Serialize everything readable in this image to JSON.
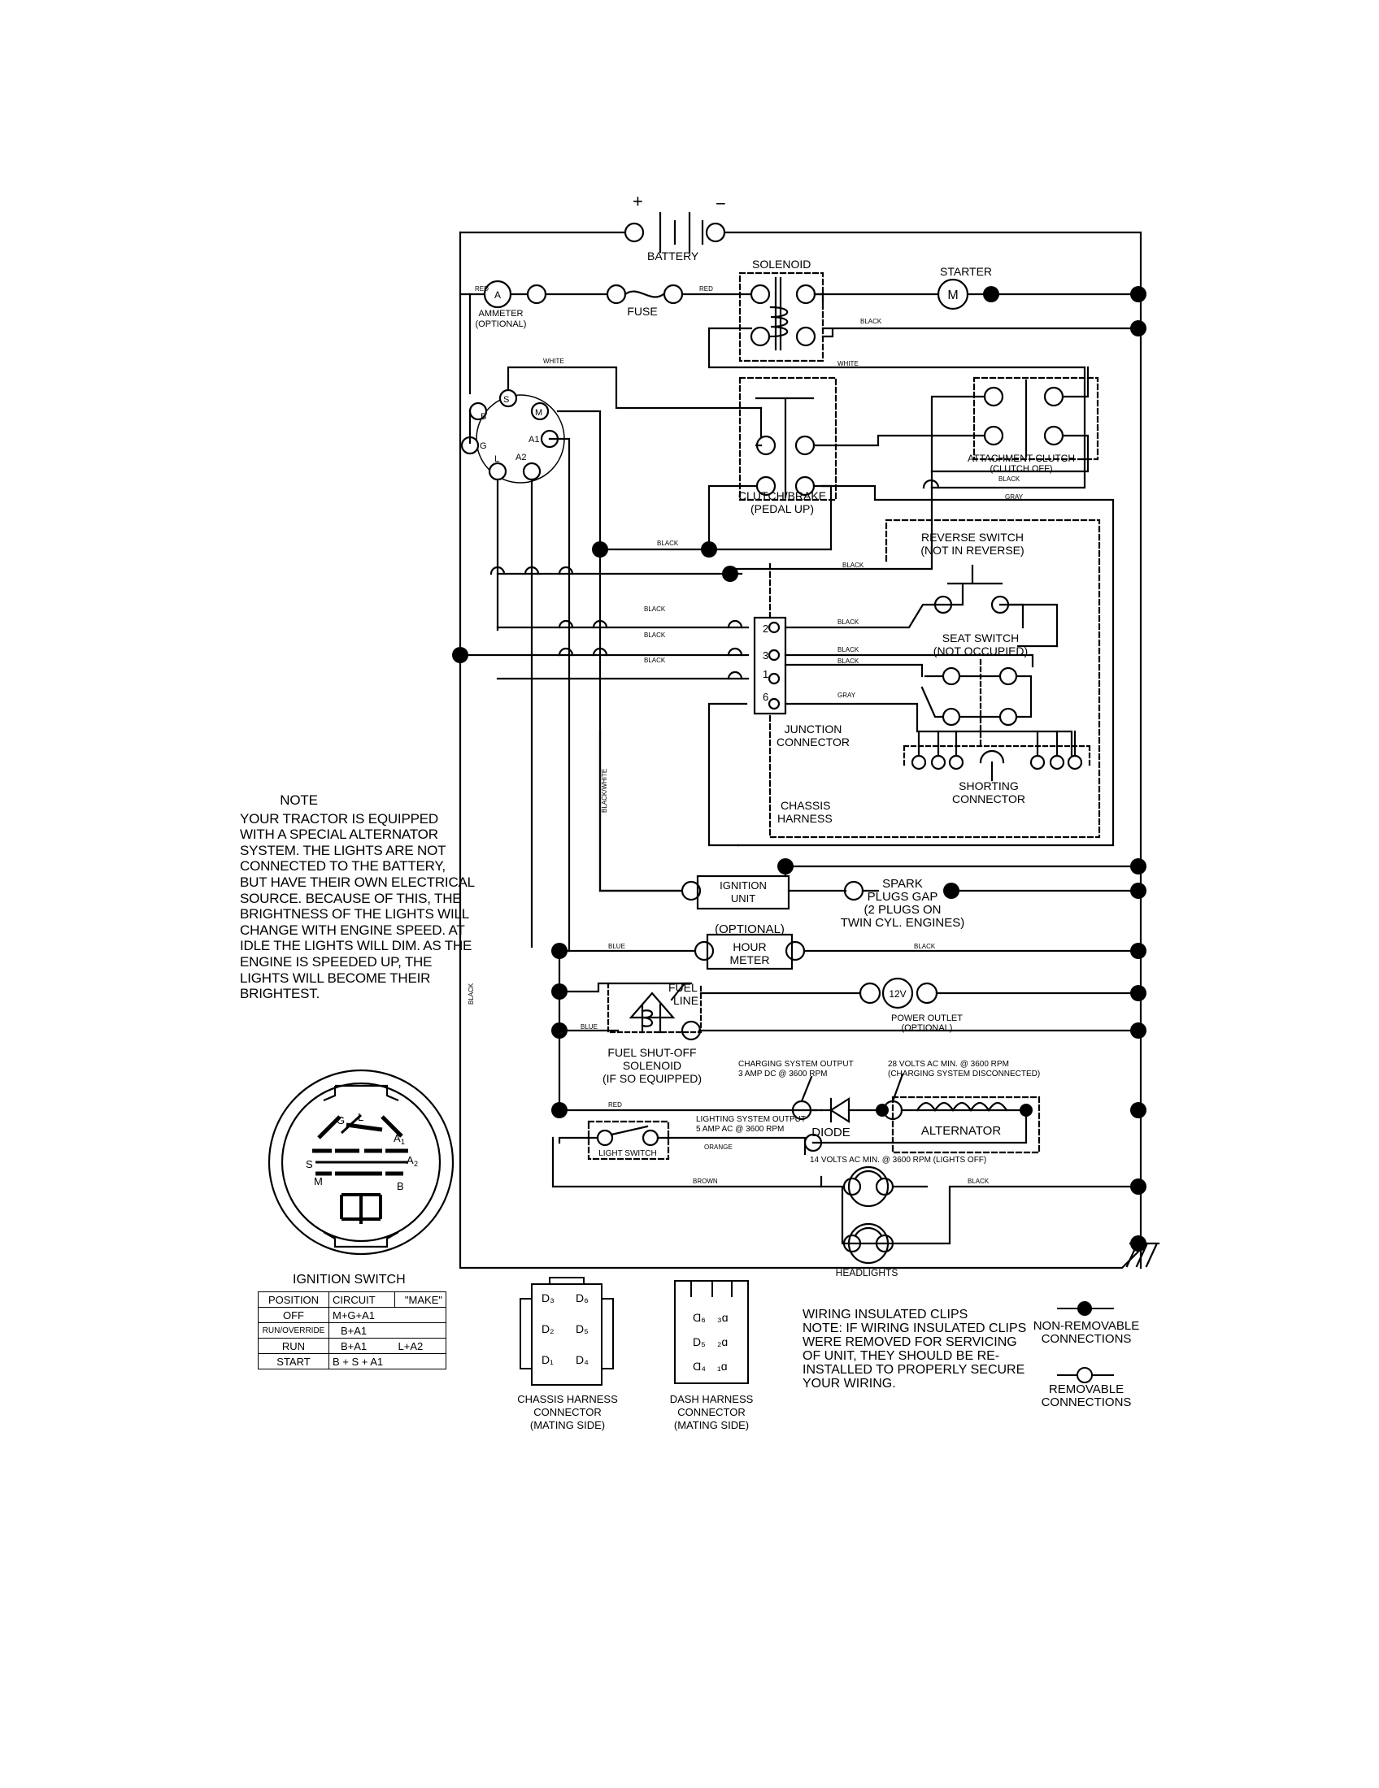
{
  "labels": {
    "battery": "BATTERY",
    "battery_plus": "+",
    "battery_minus": "−",
    "solenoid": "SOLENOID",
    "starter": "STARTER",
    "starter_motor": "M",
    "ammeter_line1": "AMMETER",
    "ammeter_line2": "(OPTIONAL)",
    "ammeter_symbol": "A",
    "fuse": "FUSE",
    "clutch_brake_line1": "CLUTCH/BRAKE",
    "clutch_brake_line2": "(PEDAL UP)",
    "attachment_clutch_line1": "ATTACHMENT CLUTCH",
    "attachment_clutch_line2": "(CLUTCH OFF)",
    "reverse_switch_line1": "REVERSE SWITCH",
    "reverse_switch_line2": "(NOT IN REVERSE)",
    "seat_switch_line1": "SEAT SWITCH",
    "seat_switch_line2": "(NOT OCCUPIED)",
    "junction_line1": "JUNCTION",
    "junction_line2": "CONNECTOR",
    "shorting_line1": "SHORTING",
    "shorting_line2": "CONNECTOR",
    "chassis_harness_line1": "CHASSIS",
    "chassis_harness_line2": "HARNESS",
    "ignition_unit_line1": "IGNITION",
    "ignition_unit_line2": "UNIT",
    "spark_line1": "SPARK",
    "spark_line2": "PLUGS GAP",
    "spark_line3": "(2 PLUGS ON",
    "spark_line4": "TWIN CYL. ENGINES)",
    "hour_meter_opt": "(OPTIONAL)",
    "hour_meter_line1": "HOUR",
    "hour_meter_line2": "METER",
    "fuel_line_line1": "FUEL",
    "fuel_line_line2": "LINE",
    "power_outlet_line1": "POWER OUTLET",
    "power_outlet_line2": "(OPTIONAL)",
    "power_outlet_symbol": "12V",
    "fuel_solenoid_line1": "FUEL SHUT-OFF",
    "fuel_solenoid_line2": "SOLENOID",
    "fuel_solenoid_line3": "(IF SO EQUIPPED)",
    "charging_output_line1": "CHARGING SYSTEM OUTPUT",
    "charging_output_line2": "3 AMP DC @ 3600 RPM",
    "volts28_line1": "28 VOLTS AC MIN. @ 3600 RPM",
    "volts28_line2": "(CHARGING SYSTEM DISCONNECTED)",
    "lighting_output_line1": "LIGHTING SYSTEM OUTPUT",
    "lighting_output_line2": "5 AMP AC @ 3600 RPM",
    "diode": "DIODE",
    "alternator": "ALTERNATOR",
    "light_switch": "LIGHT SWITCH",
    "volts14": "14 VOLTS AC MIN. @ 3600 RPM (LIGHTS OFF)",
    "headlights": "HEADLIGHTS",
    "ign_terminal_s": "S",
    "ign_terminal_m": "M",
    "ign_terminal_b": "B",
    "ign_terminal_a1": "A1",
    "ign_terminal_g": "G",
    "ign_terminal_l": "L",
    "ign_terminal_a2": "A2",
    "junction_pin_2": "2",
    "junction_pin_3": "3",
    "junction_pin_1": "1",
    "junction_pin_6": "6",
    "chassis_connector_line1": "CHASSIS HARNESS",
    "chassis_connector_line2": "CONNECTOR",
    "chassis_connector_line3": "(MATING SIDE)",
    "dash_connector_line1": "DASH HARNESS",
    "dash_connector_line2": "CONNECTOR",
    "dash_connector_line3": "(MATING SIDE)",
    "non_removable_line1": "NON-REMOVABLE",
    "non_removable_line2": "CONNECTIONS",
    "removable_line1": "REMOVABLE",
    "removable_line2": "CONNECTIONS",
    "ign_face_g": "G",
    "ign_face_l": "L",
    "ign_face_a1": "A",
    "ign_face_a1_sub": "1",
    "ign_face_a2": "A",
    "ign_face_a2_sub": "2",
    "ign_face_s": "S",
    "ign_face_m": "M",
    "ign_face_b": "B",
    "chassis_pin_d3": "D₃",
    "chassis_pin_d6": "D₆",
    "chassis_pin_d2": "D₂",
    "chassis_pin_d5": "D₅",
    "chassis_pin_d1": "D₁",
    "chassis_pin_d4": "D₄",
    "dash_pin_left_top": "Ɑ₆",
    "dash_pin_right_top": "₃ɑ",
    "dash_pin_left_mid": "D₅",
    "dash_pin_right_mid": "₂ɑ",
    "dash_pin_left_bot": "Ɑ₄",
    "dash_pin_right_bot": "₁ɑ"
  },
  "wire_colors": {
    "red_a": "RED",
    "red_b": "RED",
    "black_starter": "BLACK",
    "white_top": "WHITE",
    "white_solenoid": "WHITE",
    "black_attach": "BLACK",
    "gray_attach": "GRAY",
    "black_mid": "BLACK",
    "black_rev": "BLACK",
    "black_j1": "BLACK",
    "black_j2": "BLACK",
    "black_j3": "BLACK",
    "black_r2": "BLACK",
    "black_r3": "BLACK",
    "black_r1": "BLACK",
    "gray_j6": "GRAY",
    "black_white": "BLACK/WHITE",
    "black_left": "BLACK",
    "blue_hour": "BLUE",
    "black_hour": "BLACK",
    "blue_fuel": "BLUE",
    "red_charge": "RED",
    "orange": "ORANGE",
    "brown": "BROWN",
    "black_head": "BLACK"
  },
  "note": {
    "heading": "NOTE",
    "body": "YOUR TRACTOR IS EQUIPPED WITH A SPECIAL ALTERNATOR SYSTEM. THE LIGHTS ARE NOT CONNECTED TO THE BATTERY, BUT HAVE THEIR OWN ELECTRICAL SOURCE. BECAUSE OF THIS, THE BRIGHTNESS OF THE LIGHTS WILL CHANGE WITH ENGINE SPEED.  AT IDLE THE LIGHTS WILL DIM.  AS THE ENGINE IS SPEEDED UP, THE LIGHTS WILL BECOME THEIR BRIGHTEST."
  },
  "ignition_switch": {
    "title": "IGNITION SWITCH",
    "headers": [
      "POSITION",
      "CIRCUIT",
      "\"MAKE\""
    ],
    "rows": [
      [
        "OFF",
        "M+G+A1",
        ""
      ],
      [
        "RUN/OVERRIDE",
        "B+A1",
        ""
      ],
      [
        "RUN",
        "B+A1",
        "L+A2"
      ],
      [
        "START",
        "B + S + A1",
        ""
      ]
    ]
  },
  "clip_note": {
    "title": "WIRING INSULATED CLIPS",
    "body": "NOTE: IF WIRING INSULATED CLIPS WERE REMOVED FOR SERVICING OF UNIT, THEY SHOULD BE RE-INSTALLED TO PROPERLY SECURE YOUR WIRING."
  }
}
